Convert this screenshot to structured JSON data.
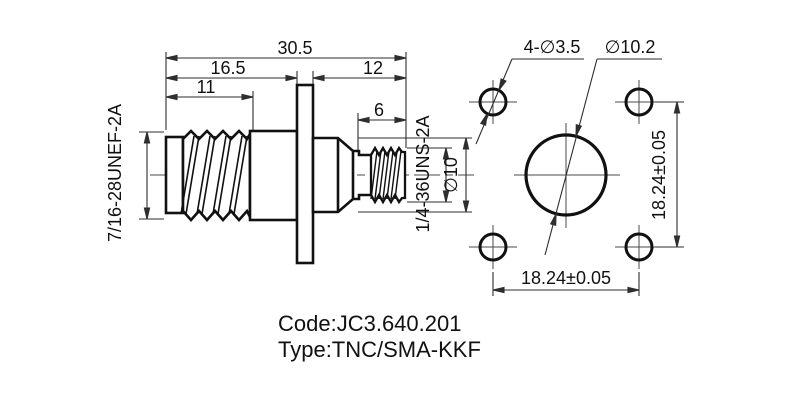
{
  "side_view": {
    "dims": {
      "overall_length": "30.5",
      "left_section_length": "16.5",
      "left_thread_length": "11",
      "right_section_length": "12",
      "right_thread_length": "6"
    },
    "labels": {
      "left_thread_spec": "7/16-28UNEF-2A",
      "right_thread_spec": "1/4-36UNS-2A",
      "body_diameter": "∅10"
    }
  },
  "front_view": {
    "labels": {
      "mounting_holes": "4-∅3.5",
      "center_bore": "∅10.2",
      "hole_pitch_horizontal": "18.24±0.05",
      "hole_pitch_vertical": "18.24±0.05"
    }
  },
  "title_block": {
    "code": "Code:JC3.640.201",
    "type": "Type:TNC/SMA-KKF"
  },
  "colors": {
    "outline": "#111111",
    "dimension_line": "#2e2e2e",
    "background": "#ffffff"
  }
}
